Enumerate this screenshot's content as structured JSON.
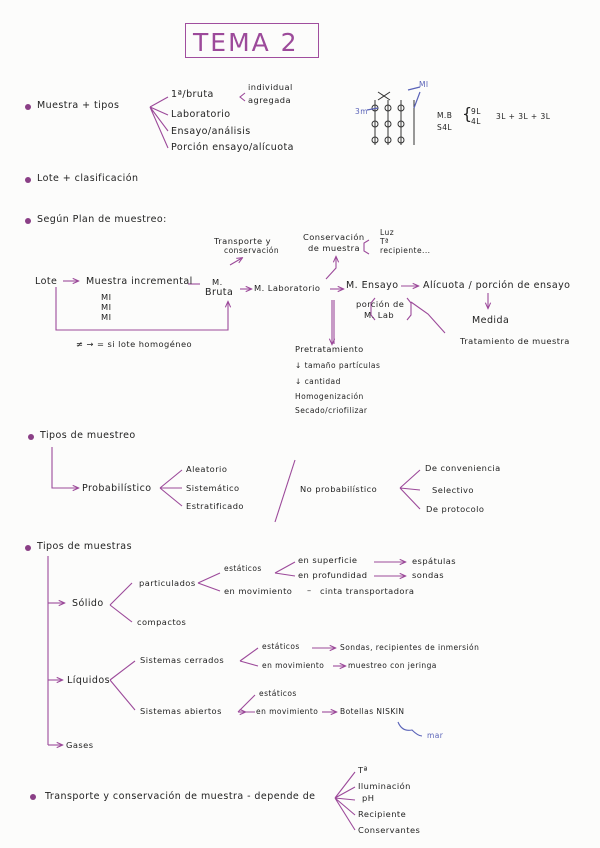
{
  "title": "Tema 2",
  "title_display": "TEMA 2",
  "accent_color": "#9c4a9a",
  "s1": {
    "root": "Muestra + tipos",
    "branches": [
      "1ª/bruta",
      "Laboratorio",
      "Ensayo/análisis",
      "Porción ensayo/alícuota"
    ],
    "sub": [
      "individual",
      "agregada"
    ],
    "diag": {
      "m_label": "MI",
      "side": "3m",
      "rows": [
        "M.B",
        "S4L"
      ],
      "vals": [
        "9L",
        "4L"
      ],
      "sum": "3L + 3L + 3L"
    }
  },
  "s2": {
    "text": "Lote + clasificación"
  },
  "s3": {
    "heading": "Según Plan de muestreo:",
    "lote": "Lote",
    "incremental": "Muestra incremental",
    "mi": [
      "MI",
      "MI",
      "MI"
    ],
    "bruta": [
      "M.",
      "Bruta"
    ],
    "transporte": [
      "Transporte y",
      "conservación"
    ],
    "lab": "M. Laboratorio",
    "conservacion": [
      "Conservación",
      "de muestra"
    ],
    "cond": [
      "Luz",
      "Tª",
      "recipiente..."
    ],
    "ensayo": "M. Ensayo",
    "porcion": [
      "porción de",
      "M. Lab"
    ],
    "alicuota": "Alícuota / porción de ensayo",
    "medida": "Medida",
    "tratamiento": "Tratamiento de muestra",
    "homogeneo": "≠ → = si lote homogéneo",
    "pre_title": "Pretratamiento",
    "pre": [
      "↓ tamaño partículas",
      "↓ cantidad",
      "Homogenización",
      "Secado/criofilizar"
    ]
  },
  "s4": {
    "heading": "Tipos de muestreo",
    "prob": "Probabilístico",
    "prob_items": [
      "Aleatorio",
      "Sistemático",
      "Estratificado"
    ],
    "noprob": "No probabilístico",
    "noprob_items": [
      "De conveniencia",
      "Selectivo",
      "De protocolo"
    ]
  },
  "s5": {
    "heading": "Tipos de muestras",
    "solido": "Sólido",
    "particulados": "particulados",
    "estaticos": "estáticos",
    "superficie": "en superficie",
    "espatulas": "espátulas",
    "profundidad": "en profundidad",
    "sondas": "sondas",
    "movimiento": "en movimiento",
    "cinta": "cinta transportadora",
    "compactos": "compactos",
    "liquidos": "Líquidos",
    "cerrados": "Sistemas cerrados",
    "l_est": "estáticos",
    "sondas_rec": "Sondas, recipientes de inmersión",
    "l_mov": "en movimiento",
    "jeringa": "muestreo con jeringa",
    "abiertos": "Sistemas abiertos",
    "a_est": "estáticos",
    "a_mov": "en movimiento",
    "botellas": "Botellas NISKIN",
    "mar": "mar",
    "gases": "Gases"
  },
  "s6": {
    "text": "Transporte y conservación de muestra - depende de",
    "items": [
      "Tª",
      "Iluminación",
      "pH",
      "Recipiente",
      "Conservantes"
    ]
  }
}
